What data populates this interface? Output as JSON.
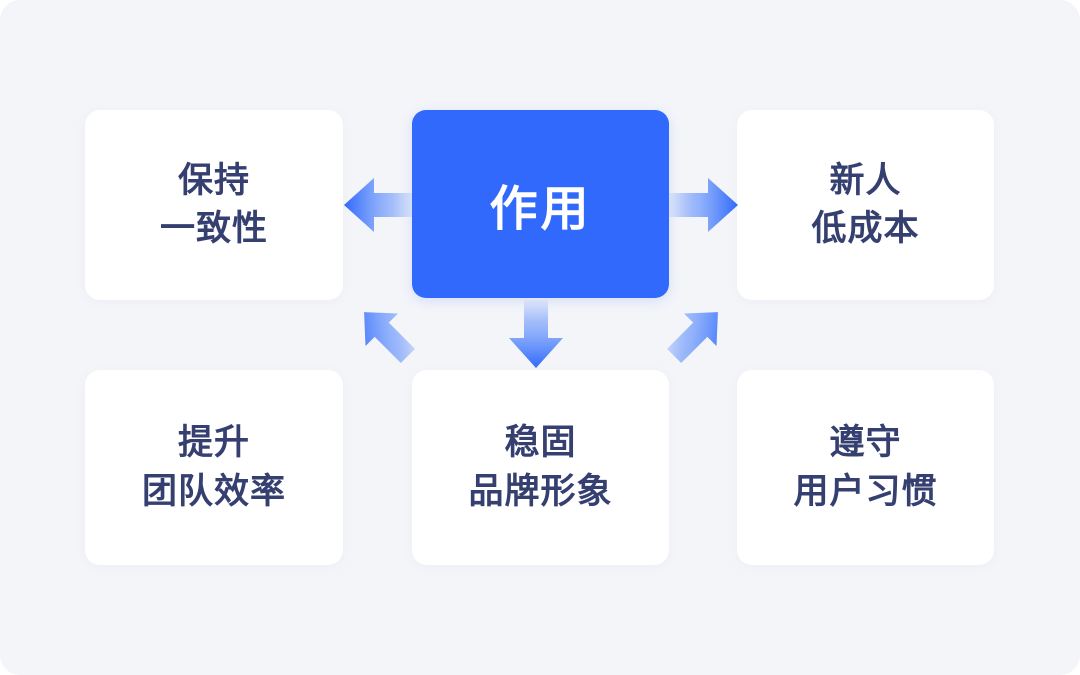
{
  "diagram": {
    "title": "作用",
    "background_color": "#f4f5f9",
    "card_color": "#ffffff",
    "accent_color": "#3069fb",
    "text_color": "#353f70",
    "center": {
      "label": "作用",
      "name": "center-node"
    },
    "nodes": [
      {
        "position": "top-left",
        "line1": "保持",
        "line2": "一致性"
      },
      {
        "position": "top-right",
        "line1": "新人",
        "line2": "低成本"
      },
      {
        "position": "bottom-left",
        "line1": "提升",
        "line2": "团队效率"
      },
      {
        "position": "bottom-center",
        "line1": "稳固",
        "line2": "品牌形象"
      },
      {
        "position": "bottom-right",
        "line1": "遵守",
        "line2": "用户习惯"
      }
    ],
    "arrows": [
      {
        "name": "arrow-left-icon",
        "direction": "left"
      },
      {
        "name": "arrow-right-icon",
        "direction": "right"
      },
      {
        "name": "arrow-down-left-icon",
        "direction": "down-left"
      },
      {
        "name": "arrow-down-icon",
        "direction": "down"
      },
      {
        "name": "arrow-down-right-icon",
        "direction": "down-right"
      }
    ]
  }
}
